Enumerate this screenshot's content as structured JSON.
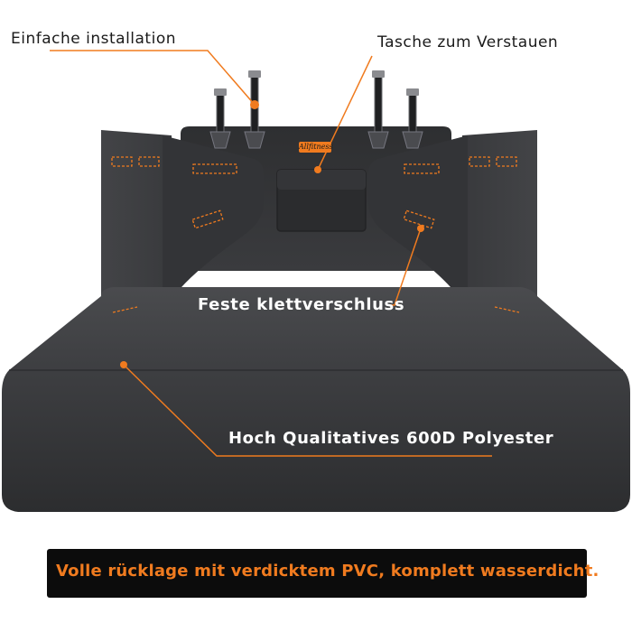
{
  "labels": {
    "installation": "Einfache installation",
    "pocket": "Tasche zum Verstauen",
    "velcro": "Feste klettverschluss",
    "material": "Hoch Qualitatives 600D Polyester"
  },
  "banner": {
    "text": "Volle rücklage mit verdicktem PVC, komplett wasserdicht."
  },
  "brand": {
    "logo_text": "Allfitness"
  },
  "colors": {
    "accent": "#f07b1f",
    "cover": "#3a3b3d",
    "banner_bg": "#0c0c0c"
  }
}
